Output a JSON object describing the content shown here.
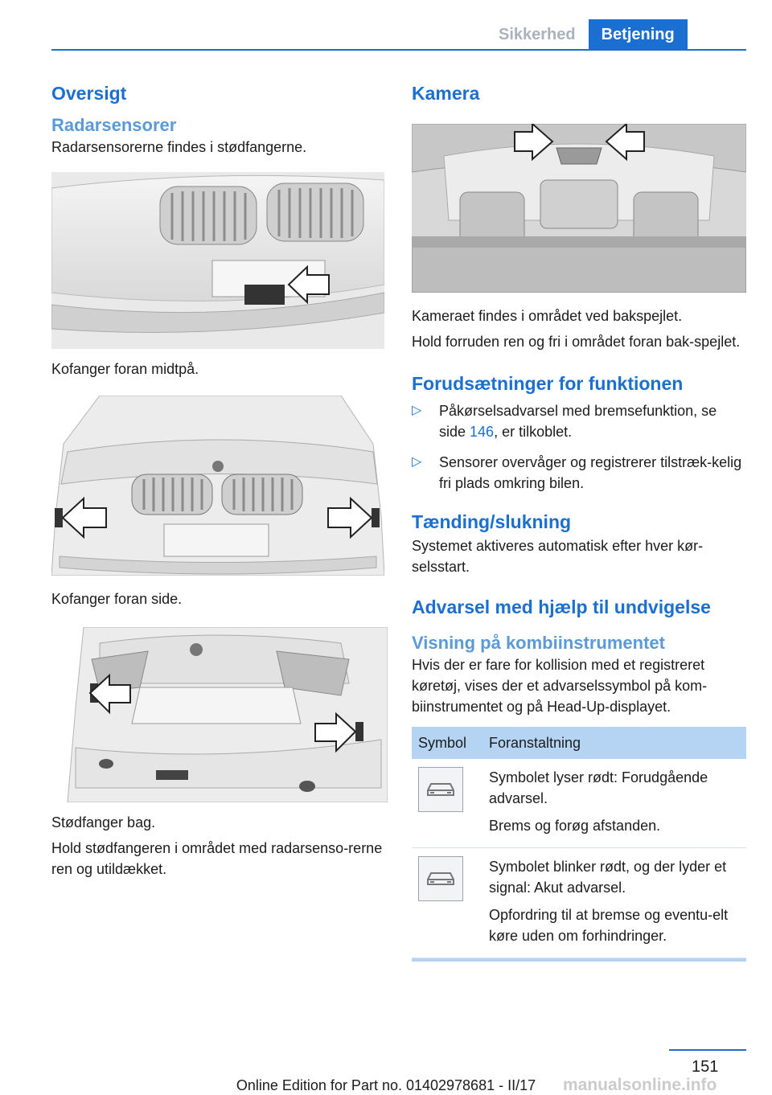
{
  "header": {
    "tab_inactive": "Sikkerhed",
    "tab_active": "Betjening"
  },
  "left": {
    "title": "Oversigt",
    "subtitle": "Radarsensorer",
    "intro": "Radarsensorerne findes i stødfangerne.",
    "caption1": "Kofanger foran midtpå.",
    "caption2": "Kofanger foran side.",
    "caption3": "Stødfanger bag.",
    "note": "Hold stødfangeren i området med radarsenso-rerne ren og utildækket."
  },
  "right": {
    "camera_title": "Kamera",
    "camera_p1": "Kameraet findes i området ved bakspejlet.",
    "camera_p2": "Hold forruden ren og fri i området foran bak-spejlet.",
    "req_title": "Forudsætninger for funktionen",
    "bullet1_a": "Påkørselsadvarsel med bremsefunktion, se side ",
    "bullet1_link": "146",
    "bullet1_b": ", er tilkoblet.",
    "bullet2": "Sensorer overvåger og registrerer tilstræk-kelig fri plads omkring bilen.",
    "ignition_title": "Tænding/slukning",
    "ignition_p": "Systemet aktiveres automatisk efter hver kør-selsstart.",
    "warn_title": "Advarsel med hjælp til undvigelse",
    "display_title": "Visning på kombiinstrumentet",
    "display_p": "Hvis der er fare for kollision med et registreret køretøj, vises der et advarselssymbol på kom-biinstrumentet og på Head-Up-displayet.",
    "table": {
      "col_symbol": "Symbol",
      "col_action": "Foranstaltning",
      "rows": [
        {
          "icon": "car-warning-icon",
          "line1": "Symbolet lyser rødt: Forudgående advarsel.",
          "line2": "Brems og forøg afstanden."
        },
        {
          "icon": "car-warning-icon",
          "line1": "Symbolet blinker rødt, og der lyder et signal: Akut advarsel.",
          "line2": "Opfordring til at bremse og eventu-elt køre uden om forhindringer."
        }
      ]
    }
  },
  "footer": {
    "page_number": "151",
    "edition": "Online Edition for Part no. 01402978681 - II/17",
    "watermark": "manualsonline.info"
  },
  "colors": {
    "accent": "#1a6fd1",
    "table_header": "#b5d3f2"
  }
}
